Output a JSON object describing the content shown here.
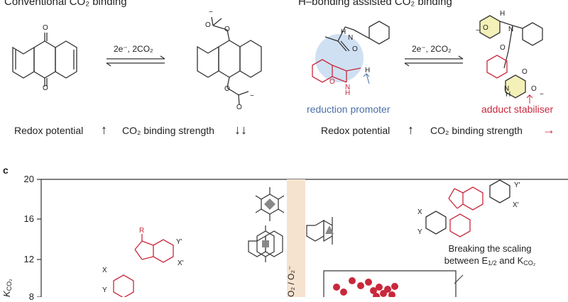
{
  "panel_b": {
    "left_title": "Conventional CO₂ binding",
    "right_title": "H–bonding assisted CO₂ binding",
    "left_arrow_label": "2e⁻, 2CO₂",
    "right_arrow_label": "2e⁻, 2CO₂",
    "reduction_promoter": "reduction promoter",
    "adduct_stabiliser": "adduct stabiliser",
    "left_redox": "Redox potential",
    "left_redox_sym": "↑",
    "left_binding": "CO₂ binding strength",
    "left_binding_sym": "↓↓",
    "right_redox": "Redox potential",
    "right_redox_sym": "↑",
    "right_binding": "CO₂ binding strength",
    "right_binding_sym": "→",
    "carbonate_minus": "−",
    "o_label": "O",
    "h_label": "H",
    "n_label": "N"
  },
  "panel_c": {
    "panel_letter": "c",
    "y_axis_label_main": "K",
    "y_axis_label_sub": "CO₂",
    "y_ticks": [
      "20",
      "16",
      "12",
      "8"
    ],
    "band_label": "O₂ / O₂⁻",
    "annotation_line1": "Breaking the scaling",
    "annotation_line2_a": "between E",
    "annotation_line2_sub1": "1/2",
    "annotation_line2_b": " and K",
    "annotation_line2_sub2": "CO₂",
    "isatin_labels": {
      "r": "R",
      "y_prime": "Y'",
      "x_prime": "X'",
      "x": "X",
      "y": "Y"
    },
    "indigo_labels": {
      "y_prime": "Y'",
      "x_prime": "X'",
      "x": "X",
      "y": "Y"
    }
  },
  "colors": {
    "red_accent": "#c8283c",
    "blue_accent": "#4a6fa8",
    "blue_fill": "#cfe0f2",
    "yellow_fill": "#f3f0b8",
    "band_fill": "#f6e3cf",
    "marker_gray": "#888888"
  }
}
